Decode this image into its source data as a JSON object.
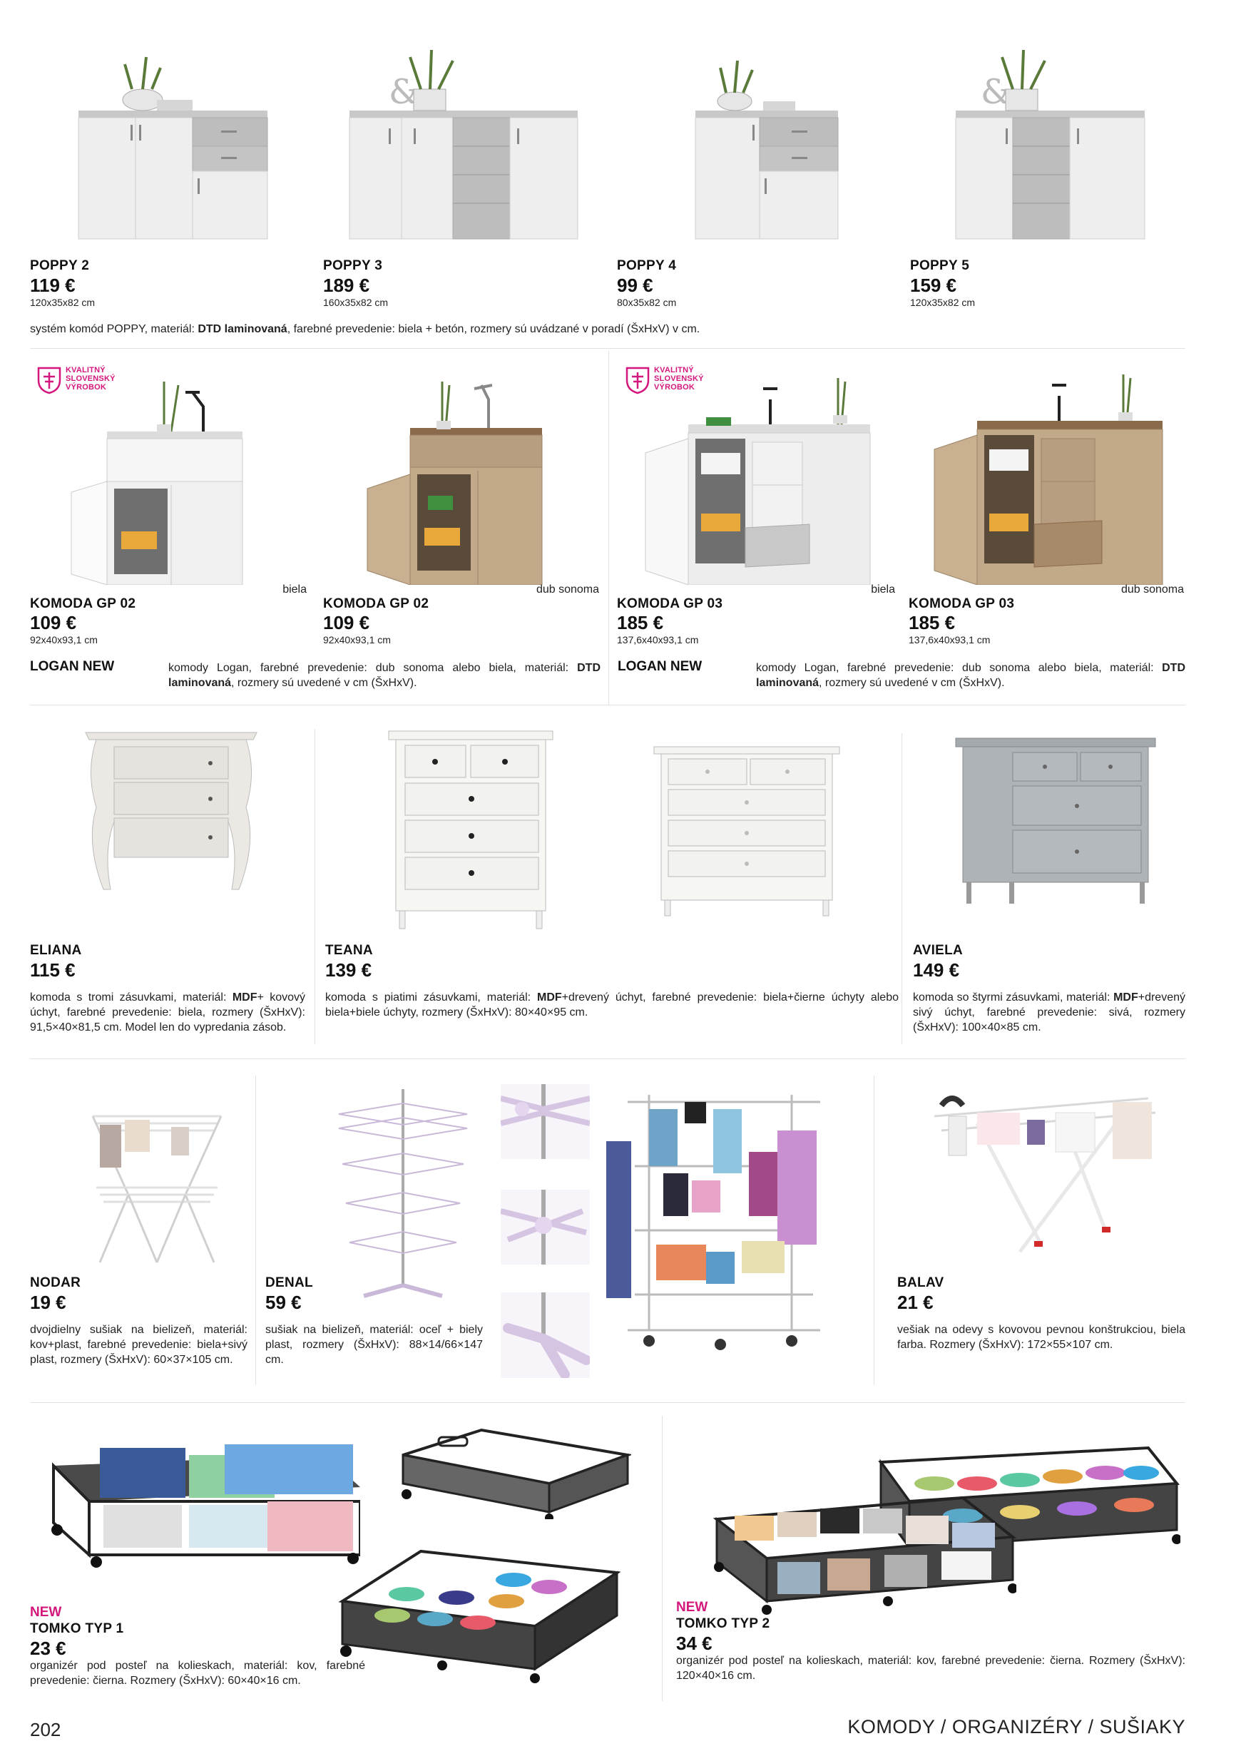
{
  "poppy": {
    "items": [
      {
        "name": "POPPY 2",
        "price": "119 €",
        "dims": "120x35x82 cm"
      },
      {
        "name": "POPPY 3",
        "price": "189 €",
        "dims": "160x35x82 cm"
      },
      {
        "name": "POPPY 4",
        "price": "99 €",
        "dims": "80x35x82 cm"
      },
      {
        "name": "POPPY 5",
        "price": "159 €",
        "dims": "120x35x82 cm"
      }
    ],
    "desc_a": "systém komód POPPY, materiál: ",
    "desc_b": "DTD laminovaná",
    "desc_c": ", farebné prevedenie: biela + betón, rozmery sú uvádzané v poradí (ŠxHxV) v cm."
  },
  "badge": {
    "line1": "KVALITNÝ",
    "line2": "SLOVENSKÝ",
    "line3": "VÝROBOK"
  },
  "komoda": {
    "items": [
      {
        "name": "KOMODA GP 02",
        "price": "109 €",
        "dims": "92x40x93,1 cm",
        "variant": "biela"
      },
      {
        "name": "KOMODA GP 02",
        "price": "109 €",
        "dims": "92x40x93,1 cm",
        "variant": "dub sonoma"
      },
      {
        "name": "KOMODA GP 03",
        "price": "185 €",
        "dims": "137,6x40x93,1 cm",
        "variant": "biela"
      },
      {
        "name": "KOMODA GP 03",
        "price": "185 €",
        "dims": "137,6x40x93,1 cm",
        "variant": "dub sonoma"
      }
    ],
    "logan": "LOGAN NEW",
    "desc_a": "komody Logan, farebné prevedenie: dub sonoma alebo biela, materiál: ",
    "desc_b": "DTD laminovaná",
    "desc_c": ", rozmery sú uvedené v cm (ŠxHxV)."
  },
  "eliana": {
    "name": "ELIANA",
    "price": "115 €",
    "desc_a": "komoda s tromi zásuvkami, materiál: ",
    "desc_b": "MDF",
    "desc_c": "+ kovový úchyt, farebné prevedenie: biela, rozmery (ŠxHxV): 91,5×40×81,5 cm. Model len do vypredania zásob."
  },
  "teana": {
    "name": "TEANA",
    "price": "139 €",
    "desc_a": "komoda s piatimi zásuvkami, materiál: ",
    "desc_b": "MDF",
    "desc_c": "+drevený úchyt, farebné prevedenie: biela+čierne úchyty alebo biela+biele úchyty, rozmery (ŠxHxV): 80×40×95 cm."
  },
  "aviela": {
    "name": "AVIELA",
    "price": "149 €",
    "desc_a": "komoda so štyrmi zásuvkami, materiál: ",
    "desc_b": "MDF",
    "desc_c": "+drevený sivý úchyt, farebné prevedenie: sivá, rozmery (ŠxHxV): 100×40×85 cm."
  },
  "nodar": {
    "name": "NODAR",
    "price": "19 €",
    "desc": "dvojdielny sušiak na bielizeň, materiál: kov+plast, farebné prevedenie: biela+sivý plast, rozmery (ŠxHxV): 60×37×105 cm."
  },
  "denal": {
    "name": "DENAL",
    "price": "59 €",
    "desc": "sušiak na bielizeň, materiál: oceľ + biely plast, rozmery (ŠxHxV): 88×14/66×147 cm."
  },
  "balav": {
    "name": "BALAV",
    "price": "21 €",
    "desc": "vešiak na odevy s kovovou pevnou konštrukciou, biela farba. Rozmery (ŠxHxV): 172×55×107 cm."
  },
  "tomko1": {
    "tag": "NEW",
    "name": "TOMKO TYP 1",
    "price": "23 €",
    "desc": "organizér pod posteľ na kolieskach, materiál: kov, farebné prevedenie: čierna. Rozmery (ŠxHxV): 60×40×16 cm."
  },
  "tomko2": {
    "tag": "NEW",
    "name": "TOMKO TYP 2",
    "price": "34 €",
    "desc": "organizér pod posteľ na kolieskach, materiál: kov, farebné prevedenie: čierna. Rozmery (ŠxHxV): 120×40×16 cm."
  },
  "footer": {
    "page": "202",
    "category": "KOMODY / ORGANIZÉRY / SUŠIAKY"
  },
  "colors": {
    "accent": "#d4177c",
    "text": "#111111",
    "divider": "#e2e2e2"
  }
}
